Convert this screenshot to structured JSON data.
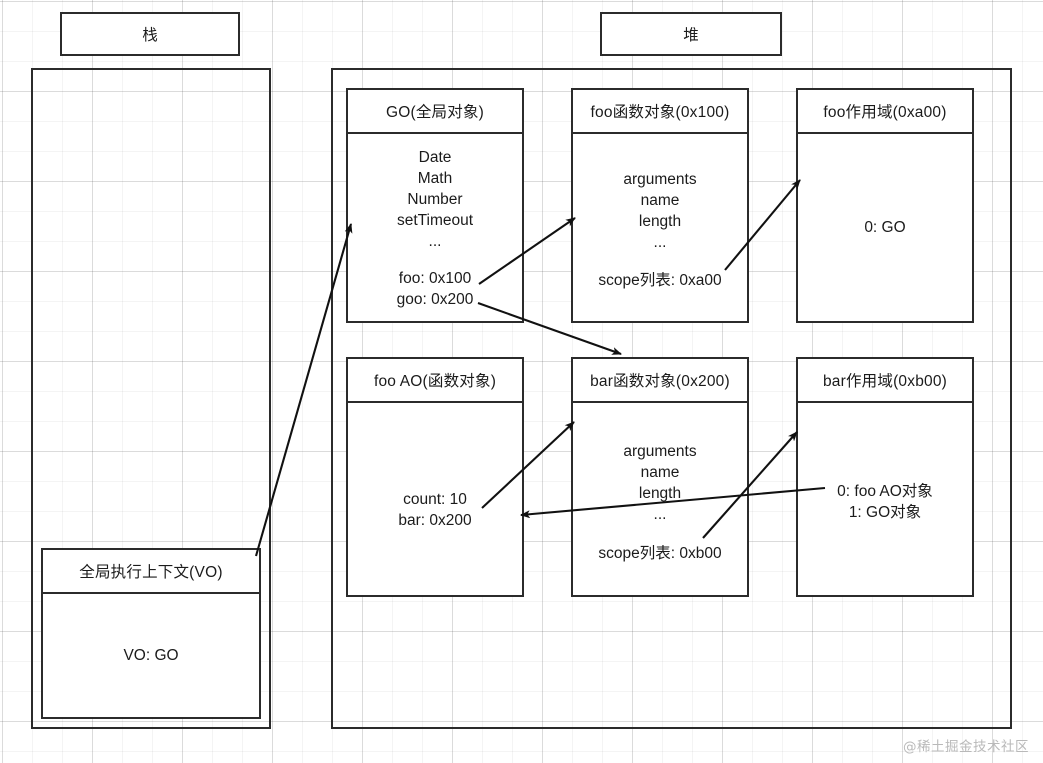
{
  "diagram": {
    "title_stack": "栈",
    "title_heap": "堆",
    "watermark": "@稀土掘金技术社区"
  },
  "stack": {
    "header_label": "栈",
    "context_box": {
      "title": "全局执行上下文(VO)",
      "body": "VO: GO"
    }
  },
  "heap": {
    "header_label": "堆",
    "boxes": {
      "go": {
        "title": "GO(全局对象)",
        "body_top": "Date\nMath\nNumber\nsetTimeout\n...",
        "body_bottom": "foo: 0x100\ngoo: 0x200"
      },
      "foo_fn": {
        "title": "foo函数对象(0x100)",
        "body_top": "arguments\nname\nlength\n...",
        "body_bottom": "scope列表: 0xa00"
      },
      "foo_scope": {
        "title": "foo作用域(0xa00)",
        "body": "0: GO"
      },
      "foo_ao": {
        "title": "foo AO(函数对象)",
        "body": "count: 10\nbar: 0x200"
      },
      "bar_fn": {
        "title": "bar函数对象(0x200)",
        "body_top": "arguments\nname\nlength\n...",
        "body_bottom": "scope列表: 0xb00"
      },
      "bar_scope": {
        "title": "bar作用域(0xb00)",
        "body": "0: foo AO对象\n1: GO对象"
      }
    }
  },
  "colors": {
    "stroke": "#2b2b2b",
    "text": "#1b1b1b",
    "grid_minor": "#f2f2f2",
    "grid_major": "#e6e6e6",
    "watermark": "#b9b9b9"
  }
}
